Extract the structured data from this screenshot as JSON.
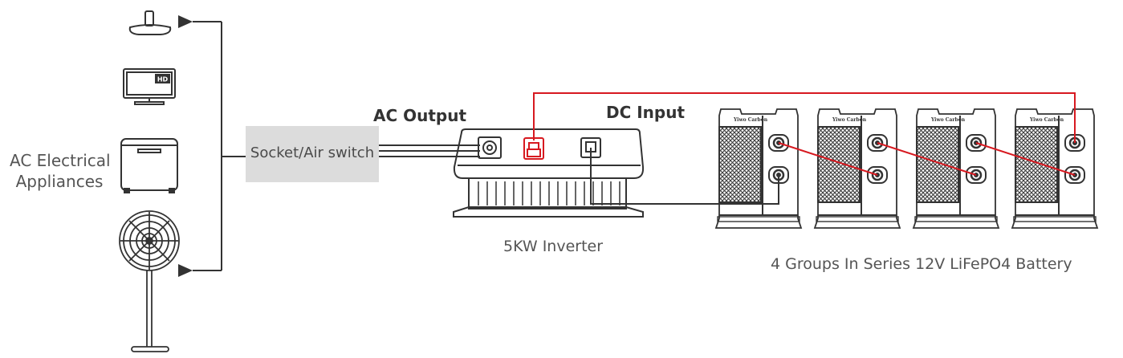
{
  "labels": {
    "appliances": [
      "AC Electrical",
      "Appliances"
    ],
    "socket": "Socket/Air switch",
    "ac_output": "AC Output",
    "dc_input": "DC Input",
    "inverter": "5KW Inverter",
    "battery": "4 Groups In Series 12V LiFePO4 Battery",
    "tv_badge": "HD",
    "battery_brand": "Yiwo Carbon"
  },
  "colors": {
    "wire_red": "#d71920",
    "line": "#333333",
    "label_box": "#dcdcdc"
  },
  "icons": [
    "ceiling-lamp-icon",
    "tv-icon",
    "chest-freezer-icon",
    "standing-fan-icon"
  ]
}
